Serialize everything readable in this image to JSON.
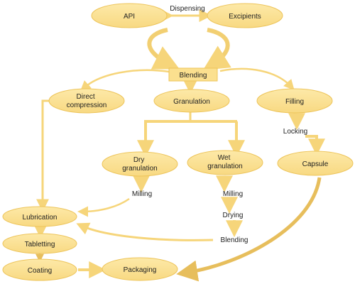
{
  "colors": {
    "node_fill": "#FBE08F",
    "node_stroke": "#EDC45A",
    "arrow": "#F6D57A",
    "arrow_dark": "#E7BE5C",
    "text": "#222222"
  },
  "nodes": {
    "api": "API",
    "excipients": "Excipients",
    "blending": "Blending",
    "direct_compression_line1": "Direct",
    "direct_compression_line2": "compression",
    "granulation": "Granulation",
    "filling": "Filling",
    "dry_granulation_line1": "Dry",
    "dry_granulation_line2": "granulation",
    "wet_granulation_line1": "Wet",
    "wet_granulation_line2": "granulation",
    "capsule": "Capsule",
    "lubrication": "Lubrication",
    "tabletting": "Tabletting",
    "coating": "Coating",
    "packaging": "Packaging"
  },
  "steps": {
    "dispensing": "Dispensing",
    "locking": "Locking",
    "milling_dry": "Milling",
    "milling_wet": "Milling",
    "drying": "Drying",
    "blending_wet": "Blending"
  }
}
